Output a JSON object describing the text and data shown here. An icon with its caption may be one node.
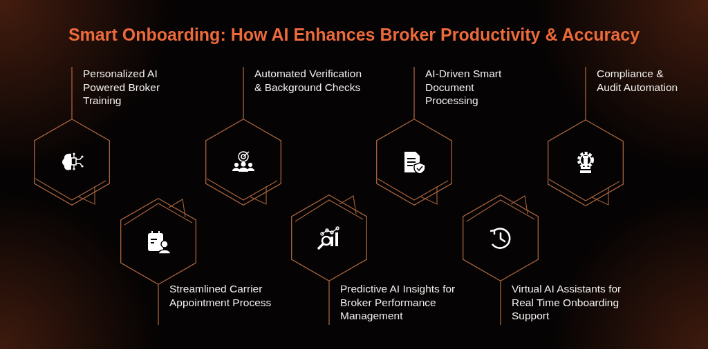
{
  "diagram": {
    "title": "Smart Onboarding: How AI Enhances Broker Productivity & Accuracy",
    "nodes": [
      {
        "text": [
          "Personalized AI Powered Broker Training"
        ]
      },
      {
        "text": [],
        "shape": "hexagon"
      },
      {
        "text": [],
        "shape": "hexagon"
      },
      {
        "text": [
          "Streamlined Carrier Appointment Process"
        ]
      },
      {
        "text": [
          "Automated Verification & Background Checks"
        ]
      },
      {
        "text": [],
        "shape": "hexagon"
      },
      {
        "text": [],
        "shape": "hexagon"
      },
      {
        "text": [
          "Predictive AI Insights for Broker Performance Management"
        ]
      },
      {
        "text": [
          "AI-Driven Smart Document Processing"
        ]
      },
      {
        "text": [],
        "shape": "hexagon"
      },
      {
        "text": [],
        "shape": "hexagon"
      },
      {
        "text": [
          "Virtual AI Assistants for Real Time Onboarding Support"
        ]
      },
      {
        "text": [
          "Compliance & Audit Automation"
        ]
      },
      {
        "text": [],
        "shape": "hexagon"
      }
    ],
    "edges": [
      {
        "from": 0,
        "to": 1,
        "arrow": "none"
      },
      {
        "from": 2,
        "to": 3,
        "arrow": "none"
      },
      {
        "from": 4,
        "to": 5,
        "arrow": "none"
      },
      {
        "from": 6,
        "to": 7,
        "arrow": "none"
      },
      {
        "from": 8,
        "to": 9,
        "arrow": "none"
      },
      {
        "from": 10,
        "to": 11,
        "arrow": "none"
      },
      {
        "from": 12,
        "to": 13,
        "arrow": "none"
      }
    ]
  }
}
